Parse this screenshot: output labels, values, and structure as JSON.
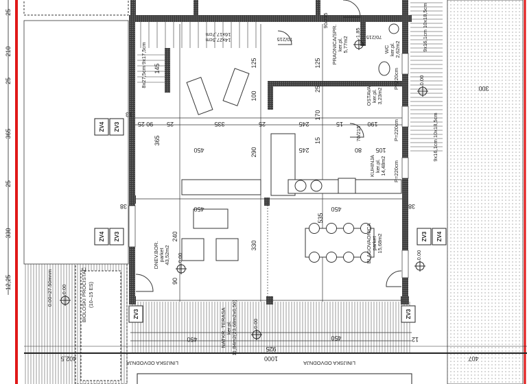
{
  "colors": {
    "property_line": "#e01818",
    "wall": "#2a2a2a",
    "line": "#222222",
    "background": "#ffffff"
  },
  "rooms": [
    {
      "name": "DNEV.BOR.",
      "floor": "parket",
      "area": "43,52m2"
    },
    {
      "name": "BLAGOVAONICA",
      "floor": "parket",
      "area": "15,68m2"
    },
    {
      "name": "KUHINJA",
      "floor": "ker.pl.",
      "area": "14,48m2"
    },
    {
      "name": "OSTAVA",
      "floor": "ker.pl.",
      "area": "3,23m2"
    },
    {
      "name": "PRAONICA/SPR.",
      "floor": "ker.pl.",
      "area": "5,77m2"
    },
    {
      "name": "WC",
      "floor": "ker.pl.",
      "area": "2,62m2"
    },
    {
      "name": "NATKR. TERASA",
      "floor": "ker.pl.",
      "area": "11,84m2(23,68m2x0,50)"
    }
  ],
  "annotations": {
    "treatment_plant": "BIOLOŠKI PROČISTAČ",
    "treatment_capacity": "(10–15 ES)",
    "datum": "0.00=27.50mnm",
    "drainage_left": "LINIJSKA ODVODNJA",
    "drainage_right": "LINIJSKA ODVODNJA",
    "stairs_main_a": "16x17,7cm",
    "stairs_main_b": "14x27,5cm",
    "stairs_left": "8x27,5cm 9x17,5cm",
    "stairs_right_top": "9x16,1cm 10x18,5cm",
    "stairs_right_bottom": "9x16,1cm 10x18,5cm",
    "window_height_1": "P=220cm",
    "window_height_2": "P=220cm",
    "window_height_3": "P=220cm",
    "door_1": "70/215",
    "door_2": "70/215",
    "door_3": "70/215",
    "door_4": "90/215"
  },
  "levels": [
    "0.00",
    "0.00",
    "0.00",
    "0.00",
    "0.00",
    "-1,85"
  ],
  "window_tags": [
    "ZV4",
    "ZV3",
    "ZV4",
    "ZV3",
    "ZV3",
    "ZV4",
    "ZV3",
    "ZV3"
  ],
  "dimensions": [
    "25",
    "210",
    "25",
    "365",
    "25",
    "330",
    "12,25",
    "145",
    "125",
    "100",
    "365",
    "290",
    "240",
    "330",
    "90",
    "535",
    "125",
    "170",
    "25",
    "15",
    "90 25",
    "25",
    "335",
    "25",
    "245",
    "15",
    "190",
    "450",
    "245",
    "80",
    "105",
    "450",
    "450",
    "38",
    "38",
    "13",
    "12",
    "450",
    "450",
    "925",
    "1000",
    "402,5",
    "407",
    "300"
  ]
}
